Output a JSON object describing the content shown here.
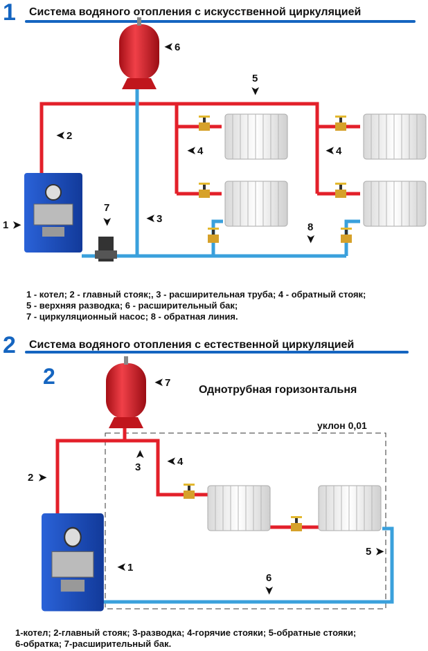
{
  "section1": {
    "number": "1",
    "title": "Система водяного отопления с искусственной циркуляцией",
    "labels": [
      "1",
      "2",
      "3",
      "4",
      "4",
      "5",
      "6",
      "7",
      "8"
    ],
    "legend": [
      "1 - котел; 2 - главный стояк;, 3 - расширительная труба; 4 - обратный стояк;",
      "5 - верхняя разводка; 6 - расширительный бак;",
      "7 - циркуляционный насос; 8 - обратная линия."
    ]
  },
  "section2": {
    "number": "2",
    "title": "Система водяного отопления с естественной циркуляцией",
    "big_number": "2",
    "subtitle": "Однотрубная  горизонтальня",
    "slope": "уклон 0,01",
    "labels": [
      "1",
      "2",
      "3",
      "4",
      "5",
      "6",
      "7"
    ],
    "legend": [
      "1-котел; 2-главный стояк; 3-разводка; 4-горячие стояки; 5-обратные стояки;",
      "6-обратка; 7-расширительный бак."
    ]
  },
  "colors": {
    "hot": "#e3202a",
    "cold": "#3aa0dc",
    "title_blue": "#1565c0",
    "boiler": "#1e4fc4",
    "tank": "#d81e26"
  }
}
